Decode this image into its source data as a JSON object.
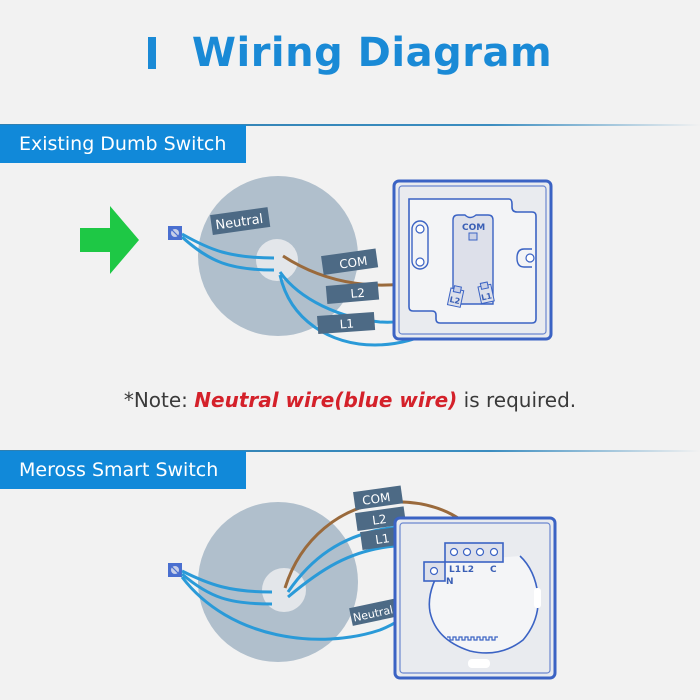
{
  "header": {
    "title": "Wiring Diagram"
  },
  "sections": [
    {
      "label": "Existing Dumb Switch",
      "wire_labels": {
        "neutral": "Neutral",
        "com": "COM",
        "l2": "L2",
        "l1": "L1"
      },
      "plate_terminals": {
        "com": "COM",
        "l2": "L2",
        "l1": "L1"
      }
    },
    {
      "label": "Meross Smart Switch",
      "wire_labels": {
        "com": "COM",
        "l2": "L2",
        "l1": "L1",
        "neutral": "Neutral"
      },
      "plate_terminals": {
        "l1": "L1",
        "l2": "L2",
        "c": "C",
        "n": "N"
      }
    }
  ],
  "note": {
    "prefix": "*Note: ",
    "emphasis": "Neutral wire(blue wire)",
    "suffix": " is required."
  },
  "colors": {
    "accent": "#1a8ad6",
    "tab_bg": "#1189d9",
    "arrow": "#1ec845",
    "wire_blue": "#2a9ad8",
    "wire_brown": "#9a6a3c",
    "label_tag": "#4d6a85",
    "plate_outline": "#3b63c4",
    "circle": "#b0bfcc",
    "note_red": "#d4212a"
  }
}
